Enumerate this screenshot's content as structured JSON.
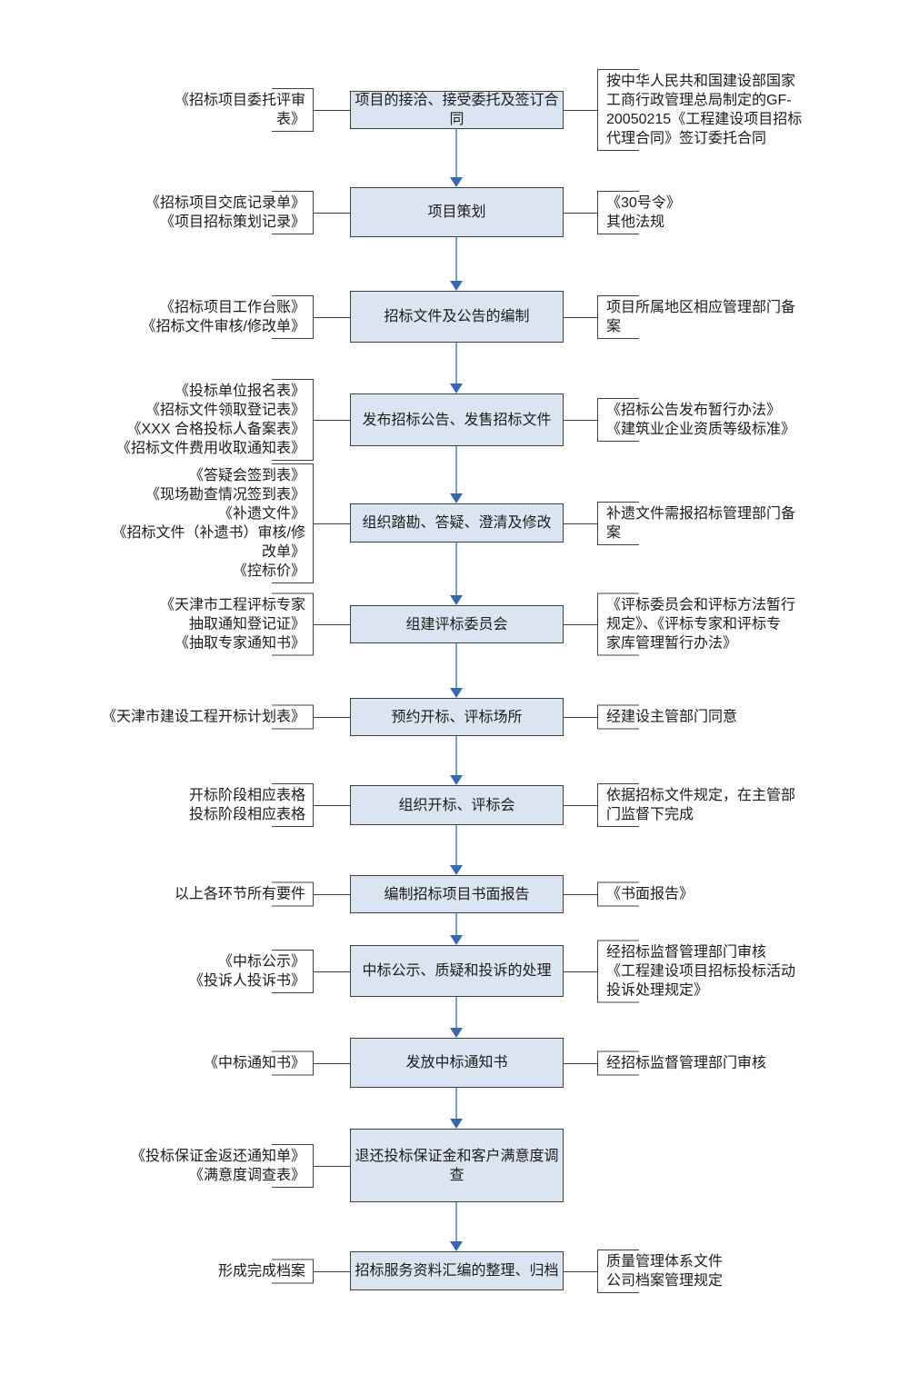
{
  "diagram": {
    "type": "flowchart",
    "colors": {
      "box_fill": "#dbe5f1",
      "box_border": "#404040",
      "connector_line": "#404040",
      "arrow_stem": "#7da0d2",
      "arrow_head": "#3a68b0"
    },
    "rows": [
      {
        "left": "《招标项目委托评审\n表》",
        "center": "项目的接洽、接受委托及签订合同",
        "right": "按中华人民共和国建设部国家\n工商行政管理总局制定的GF-\n20050215《工程建设项目招标\n代理合同》签订委托合同"
      },
      {
        "left": "《招标项目交底记录单》\n《项目招标策划记录》",
        "center": "项目策划",
        "right": "《30号令》\n其他法规"
      },
      {
        "left": "《招标项目工作台账》\n《招标文件审核/修改单》",
        "center": "招标文件及公告的编制",
        "right": "项目所属地区相应管理部门备\n案"
      },
      {
        "left": "《投标单位报名表》\n《招标文件领取登记表》\n《XXX 合格投标人备案表》\n《招标文件费用收取通知表》",
        "center": "发布招标公告、发售招标文件",
        "right": "《招标公告发布暂行办法》\n《建筑业企业资质等级标准》"
      },
      {
        "left": "《答疑会签到表》\n《现场勘查情况签到表》\n《补遗文件》\n《招标文件（补遗书）审核/修\n改单》\n《控标价》",
        "center": "组织踏勘、答疑、澄清及修改",
        "right": "补遗文件需报招标管理部门备\n案"
      },
      {
        "left": "《天津市工程评标专家\n抽取通知登记证》\n《抽取专家通知书》",
        "center": "组建评标委员会",
        "right": "《评标委员会和评标方法暂行\n规定》、《评标专家和评标专\n家库管理暂行办法》"
      },
      {
        "left": "《天津市建设工程开标计划表》",
        "center": "预约开标、评标场所",
        "right": "经建设主管部门同意"
      },
      {
        "left": "开标阶段相应表格\n投标阶段相应表格",
        "center": "组织开标、评标会",
        "right": "依据招标文件规定，在主管部\n门监督下完成"
      },
      {
        "left": "以上各环节所有要件",
        "center": "编制招标项目书面报告",
        "right": "《书面报告》"
      },
      {
        "left": "《中标公示》\n《投诉人投诉书》",
        "center": "中标公示、质疑和投诉的处理",
        "right": "经招标监督管理部门审核\n《工程建设项目招标投标活动\n投诉处理规定》"
      },
      {
        "left": "《中标通知书》",
        "center": "发放中标通知书",
        "right": "经招标监督管理部门审核"
      },
      {
        "left": "《投标保证金返还通知单》\n《满意度调查表》",
        "center": "退还投标保证金和客户满意度调查"
      },
      {
        "left": "形成完成档案",
        "center": "招标服务资料汇编的整理、归档",
        "right": "质量管理体系文件\n公司档案管理规定"
      }
    ]
  }
}
